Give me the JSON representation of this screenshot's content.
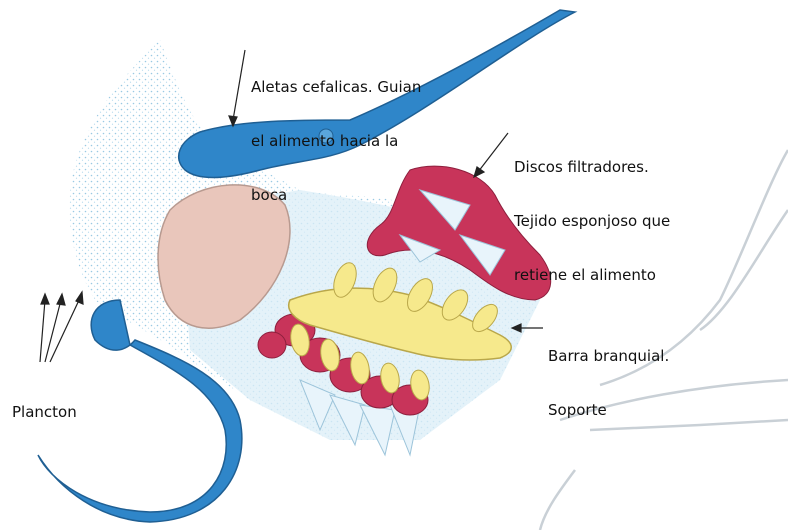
{
  "labels": {
    "aletas": [
      "Aletas cefalicas. Guian",
      "el alimento hacia la",
      "boca"
    ],
    "discos": [
      "Discos filtradores.",
      "Tejido esponjoso que",
      "retiene el alimento"
    ],
    "barra": [
      "Barra branquial.",
      "Soporte"
    ],
    "plancton": [
      "Plancton"
    ]
  },
  "colors": {
    "fin_blue": "#2f86c9",
    "gill_red": "#c8345a",
    "support_yellow": "#f6e98c",
    "body_pale": "#dbeef7",
    "mouth_pink": "#e9c6bb",
    "outline": "#c9d0d6"
  }
}
